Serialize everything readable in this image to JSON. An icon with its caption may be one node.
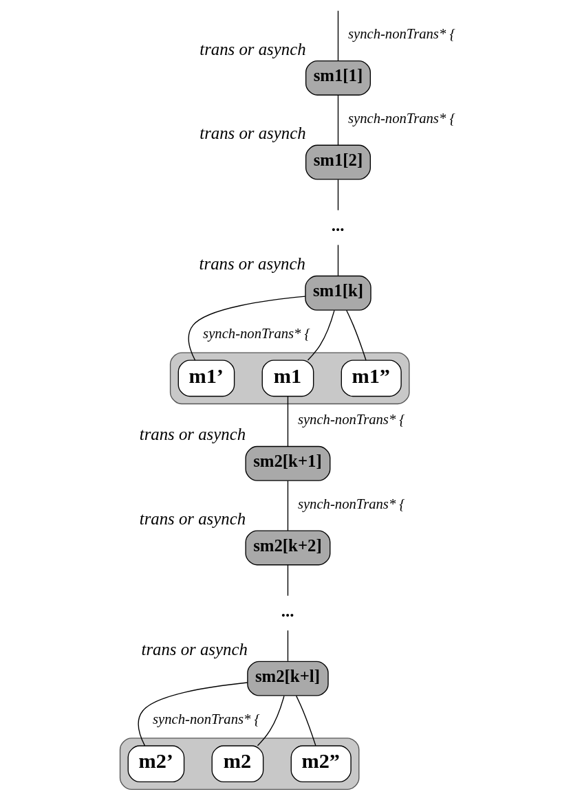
{
  "diagram": {
    "nodes": [
      {
        "text": [
          "sm1[1]"
        ],
        "beside": [
          "trans or asynch"
        ]
      },
      {
        "text": [
          "sm1[2]"
        ],
        "beside": [
          "trans or asynch"
        ]
      },
      {
        "text": [
          "..."
        ]
      },
      {
        "text": [
          "sm1[k]"
        ],
        "beside": [
          "trans or asynch"
        ]
      },
      {
        "text": [],
        "shape": "ellipse"
      },
      {
        "text": [
          "m1’"
        ],
        "in": 4
      },
      {
        "text": [
          "m1"
        ],
        "in": 4
      },
      {
        "text": [
          "m1”"
        ],
        "in": 4
      },
      {
        "text": [
          "sm2[k+1]"
        ],
        "beside": [
          "trans or asynch"
        ]
      },
      {
        "text": [
          "sm2[k+2]"
        ],
        "beside": [
          "trans or asynch"
        ]
      },
      {
        "text": [
          "..."
        ]
      },
      {
        "text": [
          "sm2[k+l]"
        ],
        "beside": [
          "trans or asynch"
        ]
      },
      {
        "text": [],
        "shape": "ellipse"
      },
      {
        "text": [
          "m2’"
        ],
        "in": 12
      },
      {
        "text": [
          "m2"
        ],
        "in": 12
      },
      {
        "text": [
          "m2”"
        ],
        "in": 12
      }
    ],
    "edges": [
      {
        "from": null,
        "to": 0,
        "arrow": "none",
        "label": "synch-nonTrans* {"
      },
      {
        "from": 0,
        "to": 1,
        "arrow": "none",
        "label": "synch-nonTrans* {"
      },
      {
        "from": 1,
        "to": 2,
        "arrow": "none"
      },
      {
        "from": 2,
        "to": 3,
        "arrow": "none"
      },
      {
        "from": 3,
        "to": 5,
        "arrow": "none",
        "label": "synch-nonTrans* {"
      },
      {
        "from": 3,
        "to": 6,
        "arrow": "none"
      },
      {
        "from": 3,
        "to": 7,
        "arrow": "none"
      },
      {
        "from": 6,
        "to": 8,
        "arrow": "none",
        "label": "synch-nonTrans* {"
      },
      {
        "from": 8,
        "to": 9,
        "arrow": "none",
        "label": "synch-nonTrans* {"
      },
      {
        "from": 9,
        "to": 10,
        "arrow": "none"
      },
      {
        "from": 10,
        "to": 11,
        "arrow": "none"
      },
      {
        "from": 11,
        "to": 13,
        "arrow": "none",
        "label": "synch-nonTrans* {"
      },
      {
        "from": 11,
        "to": 14,
        "arrow": "none"
      },
      {
        "from": 11,
        "to": 15,
        "arrow": "none"
      }
    ]
  }
}
